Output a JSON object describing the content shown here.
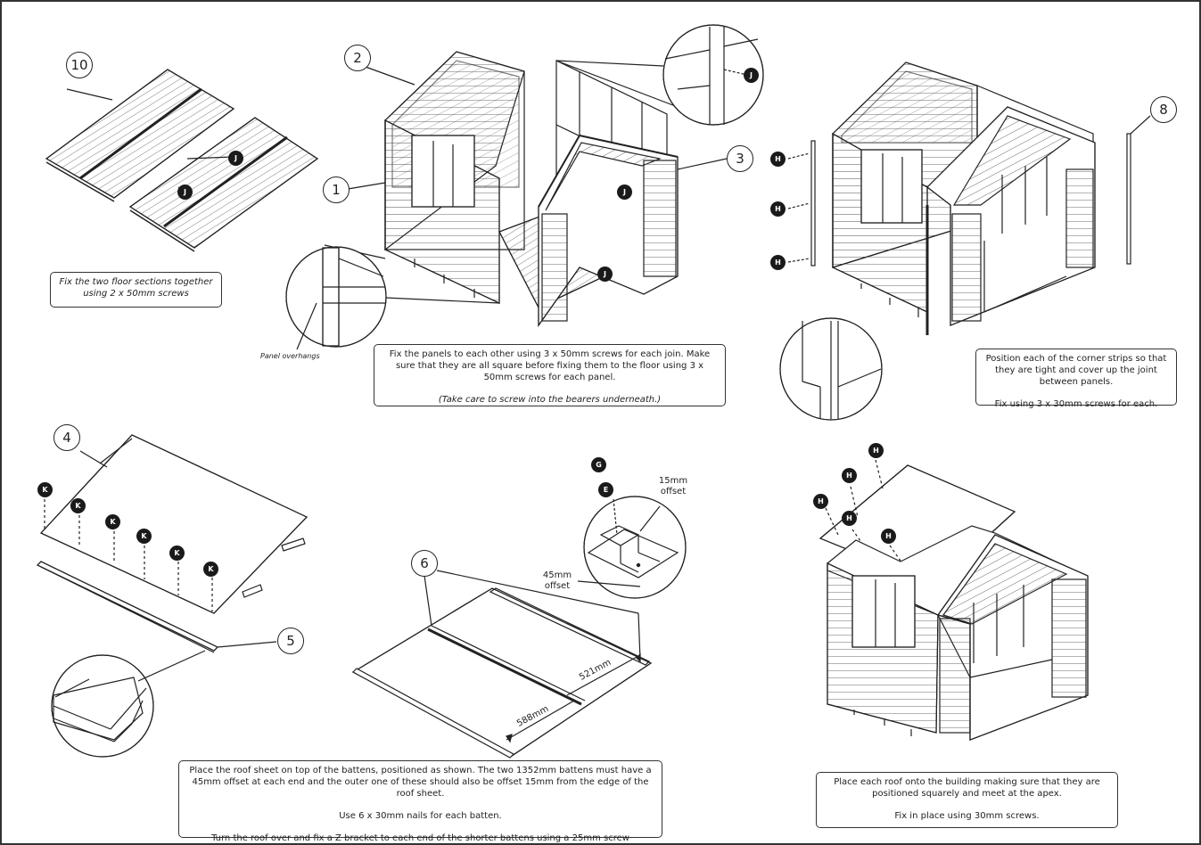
{
  "step_numbers": {
    "n1": "1",
    "n2": "2",
    "n3": "3",
    "n4": "4",
    "n5": "5",
    "n6": "6",
    "n8": "8",
    "n10": "10"
  },
  "fixings": {
    "j": "J",
    "h": "H",
    "k": "K",
    "g": "G",
    "e": "E"
  },
  "labels": {
    "panel_overhangs": "Panel overhangs",
    "offset_15": "15mm offset",
    "offset_45": "45mm offset",
    "dim_521": "521mm",
    "dim_588": "588mm"
  },
  "instructions": {
    "floor": "Fix the two floor sections together using 2 x 50mm screws",
    "panels_line1": "Fix the panels to each other using 3 x 50mm screws for each join. Make sure that they are all square before fixing them to the floor using 3 x 50mm screws for each panel.",
    "panels_line2": "(Take care to screw into the bearers underneath.)",
    "corners_line1": "Position each of the corner strips so that they are tight and cover up the joint between panels.",
    "corners_line2": "Fix using 3 x 30mm screws for each.",
    "roof_line1": "Place the roof sheet on top of the battens, positioned as shown. The two 1352mm battens must have a 45mm offset at each end and the outer one of these should also be offset 15mm from the edge of the roof sheet.",
    "roof_line2": "Use 6 x 30mm nails for each batten.",
    "roof_line3": "Turn the roof over and fix a Z bracket to each end of the shorter battens using a 25mm screw",
    "fix_roof_line1": "Place each roof onto the building making sure that they are positioned squarely and meet at the apex.",
    "fix_roof_line2": "Fix in place using 30mm screws."
  }
}
